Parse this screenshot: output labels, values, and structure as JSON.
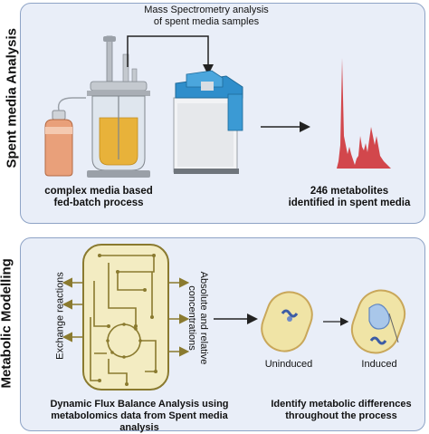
{
  "sections": {
    "top_title": "Spent media Analysis",
    "bottom_title": "Metabolic Modelling"
  },
  "top_panel": {
    "ms_label_line1": "Mass Spectrometry analysis",
    "ms_label_line2": "of spent media samples",
    "bioreactor_line1": "complex media based",
    "bioreactor_line2": "fed-batch process",
    "result_line1": "246 metabolites",
    "result_line2": "identified in spent media"
  },
  "bottom_panel": {
    "exchange_label": "Exchange reactions",
    "concentration_line1": "Absolute and relative",
    "concentration_line2": "concentrations",
    "uninduced_label": "Uninduced",
    "induced_label": "Induced",
    "dfba_line1": "Dynamic Flux Balance Analysis using",
    "dfba_line2": "metabolomics data from Spent media analysis",
    "identify_line1": "Identify metabolic differences",
    "identify_line2": "throughout the process"
  },
  "colors": {
    "panel_bg": "#e9eef8",
    "panel_border": "#8ea3c6",
    "spectrum": "#d2474c",
    "network": "#8a7a2f",
    "network_bg": "#f3ecc2",
    "cell": "#f0e4a6",
    "ms_blue": "#2f8ecb"
  },
  "icons": [
    "bioreactor-icon",
    "media-bottle-icon",
    "mass-spectrometer-icon",
    "spectrum-icon",
    "network-icon",
    "cell-icon"
  ]
}
